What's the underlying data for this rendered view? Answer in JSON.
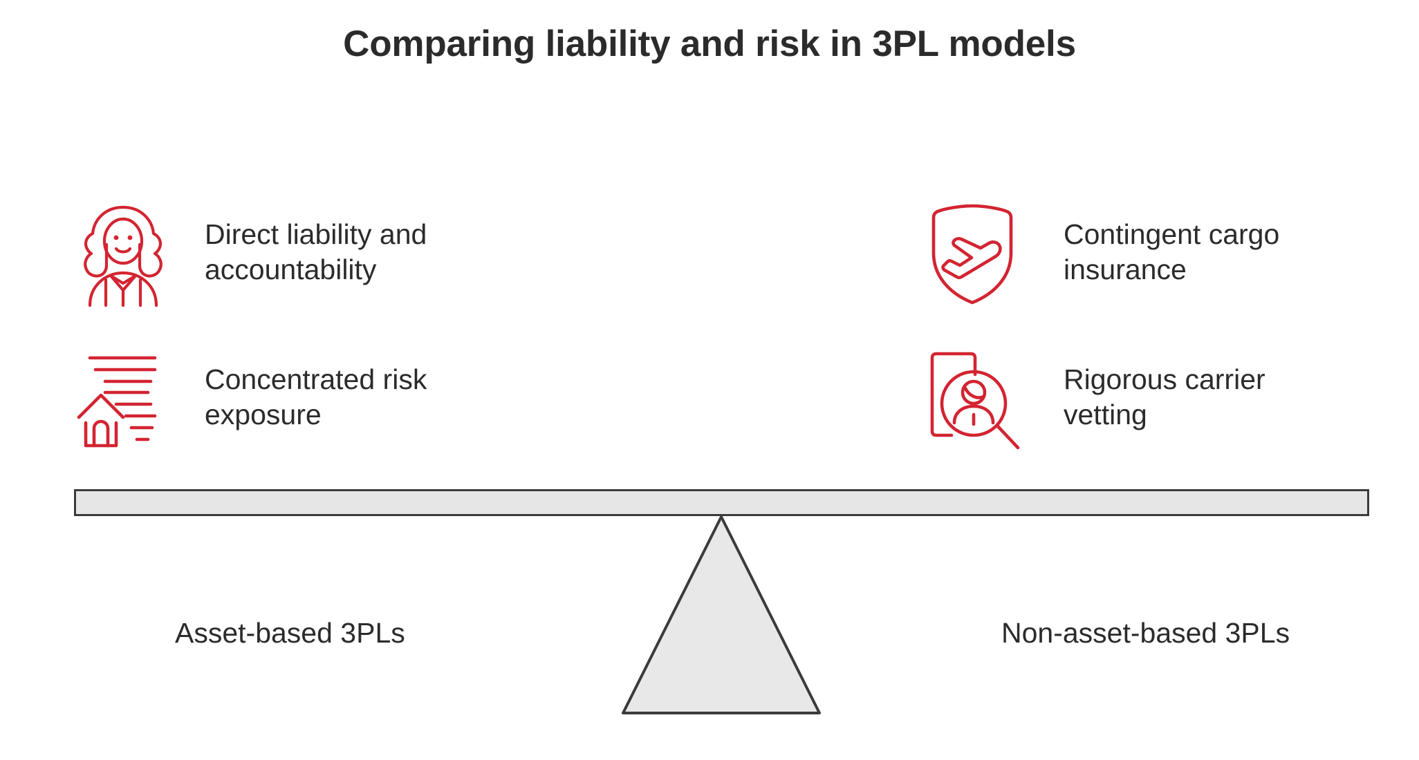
{
  "title": "Comparing liability and risk in 3PL models",
  "theme": {
    "background": "#ffffff",
    "accent_red": "#d32431",
    "text_dark": "#2b2b2b",
    "beam_fill": "#e6e6e6",
    "beam_stroke": "#3b3b3b",
    "fulcrum_fill": "#e8e8e8",
    "fulcrum_stroke": "#3b3b3b"
  },
  "left_side": {
    "label": "Asset-based 3PLs",
    "features": [
      {
        "icon": "person-avatar-icon",
        "text": "Direct liability and\naccountability"
      },
      {
        "icon": "warehouse-motion-lines-icon",
        "text": "Concentrated risk\nexposure"
      }
    ]
  },
  "right_side": {
    "label": "Non-asset-based 3PLs",
    "features": [
      {
        "icon": "shield-airplane-icon",
        "text": "Contingent cargo\ninsurance"
      },
      {
        "icon": "document-person-magnifier-icon",
        "text": "Rigorous carrier\nvetting"
      }
    ]
  },
  "chart_data": {
    "type": "diagram",
    "subtype": "balance-scale-comparison",
    "title": "Comparing liability and risk in 3PL models",
    "balanced": true,
    "sides": [
      {
        "name": "Asset-based 3PLs",
        "position": "left",
        "items": [
          "Direct liability and accountability",
          "Concentrated risk exposure"
        ]
      },
      {
        "name": "Non-asset-based 3PLs",
        "position": "right",
        "items": [
          "Contingent cargo insurance",
          "Rigorous carrier vetting"
        ]
      }
    ]
  }
}
